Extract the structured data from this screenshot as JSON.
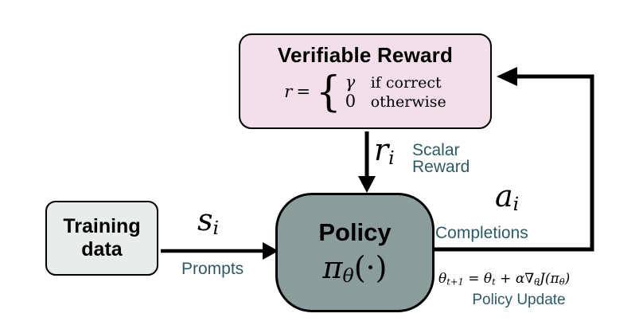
{
  "reward_box": {
    "title": "Verifiable Reward",
    "formula": {
      "lhs": "r",
      "eq": "=",
      "brace": "{",
      "case1_value": "γ",
      "case1_cond": "if correct",
      "case2_value": "0",
      "case2_cond": "otherwise"
    }
  },
  "training_box": {
    "line1": "Training",
    "line2": "data"
  },
  "policy_box": {
    "title": "Policy",
    "pi": "π",
    "theta_sub": "θ",
    "args": "(·)"
  },
  "reward_signal": {
    "var": "r",
    "sub": "i",
    "label_line1": "Scalar",
    "label_line2": "Reward"
  },
  "prompt_signal": {
    "var": "s",
    "sub": "i",
    "label": "Prompts"
  },
  "completion_signal": {
    "var": "a",
    "sub": "i",
    "label": "Completions"
  },
  "policy_update": {
    "eq_theta1": "θ",
    "eq_sub1": "t+1",
    "eq_mid": " = ",
    "eq_theta2": "θ",
    "eq_sub2": "t",
    "eq_plus": " + α∇",
    "eq_sub3": "θ",
    "eq_J": "J(π",
    "eq_sub4": "θ",
    "eq_close": ")",
    "label": "Policy Update"
  },
  "colors": {
    "reward_bg": "#f3dfe9",
    "training_bg": "#e8ecec",
    "policy_bg": "#8a9c9c",
    "annotation_teal": "#2d5a63",
    "arrow": "#000000"
  }
}
